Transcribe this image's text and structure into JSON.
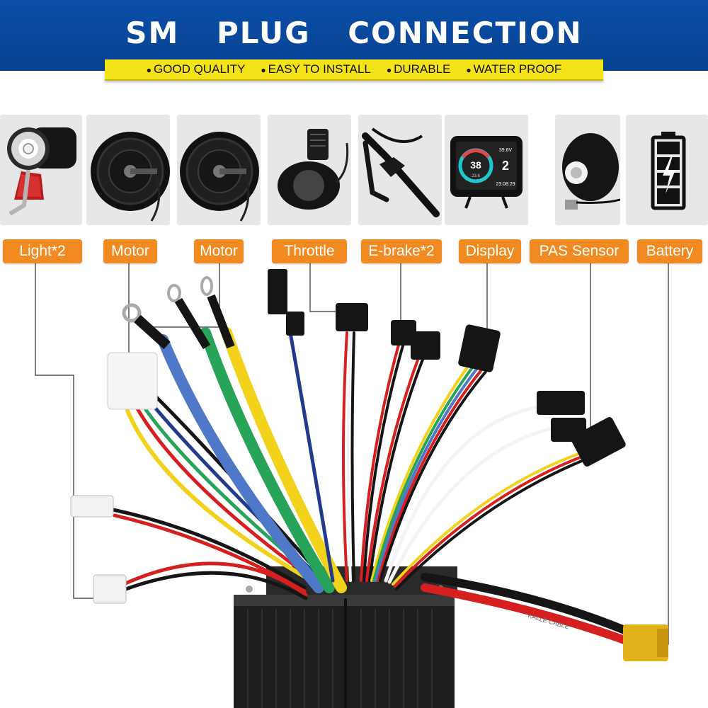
{
  "header": {
    "title": "SM   PLUG   CONNECTION",
    "features": [
      "GOOD QUALITY",
      "EASY TO INSTALL",
      "DURABLE",
      "WATER PROOF"
    ]
  },
  "components": [
    {
      "label": "Light*2",
      "icon": "headlight-icon"
    },
    {
      "label": "Motor",
      "icon": "hub-motor-icon"
    },
    {
      "label": "Motor",
      "icon": "hub-motor-icon"
    },
    {
      "label": "Throttle",
      "icon": "thumb-throttle-icon"
    },
    {
      "label": "E-brake*2",
      "icon": "brake-lever-icon"
    },
    {
      "label": "Display",
      "icon": "lcd-display-icon"
    },
    {
      "label": "PAS Sensor",
      "icon": "pas-sensor-icon"
    },
    {
      "label": "Battery",
      "icon": "battery-icon"
    }
  ],
  "display_screen": {
    "speed": "38",
    "level": "2",
    "voltage": "39.6V",
    "odo": "23.6",
    "clock": "23:08:29"
  },
  "cable_print": "KALLE CABLE",
  "colors": {
    "header_blue": "#0a4fa8",
    "feature_yellow": "#f5e31a",
    "label_orange": "#f08a21",
    "tile_gray": "#e7e7e7",
    "wire_yellow": "#f3d21b",
    "wire_green": "#27a35a",
    "wire_blue": "#4f78c8",
    "wire_red": "#d62020",
    "wire_black": "#151515",
    "wire_white": "#f4f4f4",
    "wire_navy": "#233a8c",
    "connector_xt60": "#e2b21a"
  }
}
